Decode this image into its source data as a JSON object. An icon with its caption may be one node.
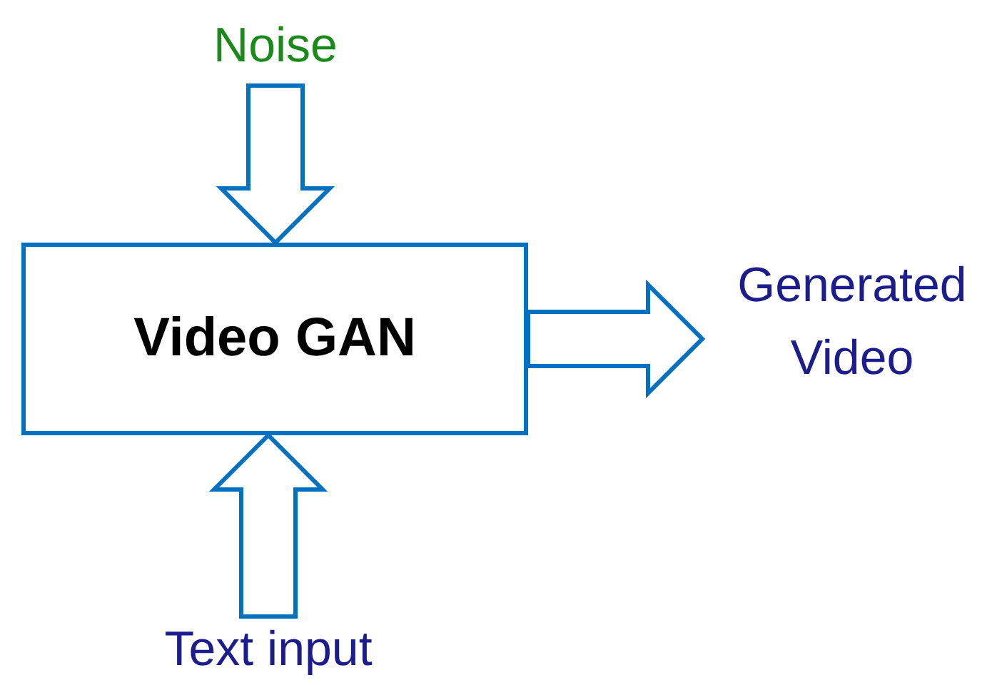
{
  "diagram": {
    "nodes": [
      {
        "text": [
          "Noise"
        ]
      },
      {
        "text": [
          "Video GAN"
        ]
      },
      {
        "text": [
          "Generated Video"
        ]
      },
      {
        "text": [
          "Text input"
        ]
      }
    ],
    "edges": [
      {
        "from": 0,
        "to": 1,
        "arrow": "to"
      },
      {
        "from": 3,
        "to": 1,
        "arrow": "to"
      },
      {
        "from": 1,
        "to": 2,
        "arrow": "to"
      }
    ]
  }
}
